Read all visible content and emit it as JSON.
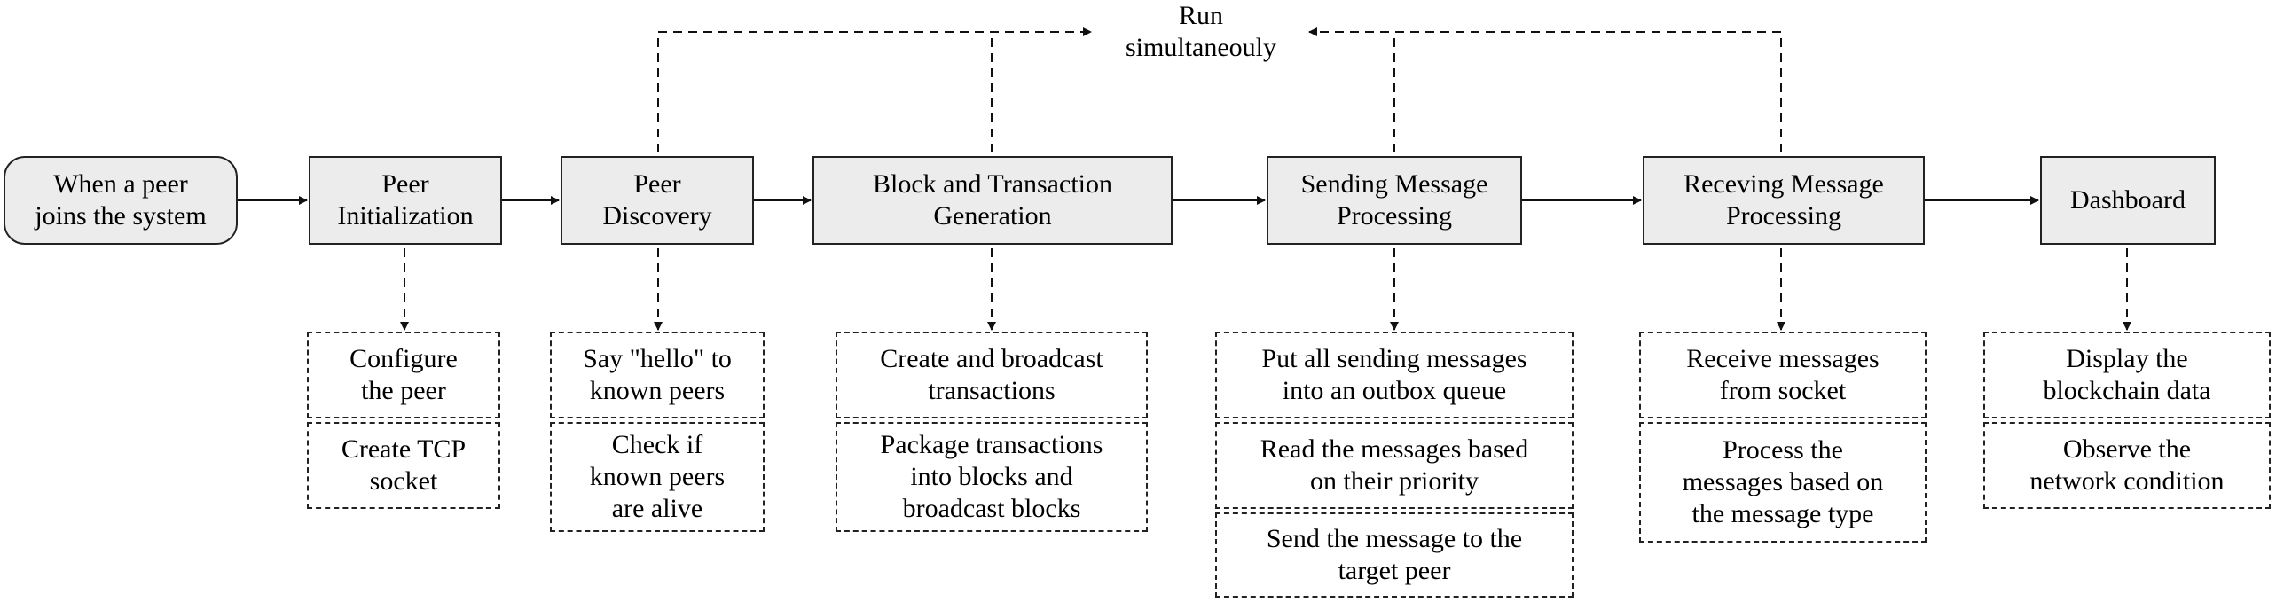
{
  "stages": [
    {
      "id": "start",
      "text": "When a peer\njoins the system"
    },
    {
      "id": "init",
      "text": "Peer\nInitialization"
    },
    {
      "id": "discovery",
      "text": "Peer\nDiscovery"
    },
    {
      "id": "generation",
      "text": "Block and Transaction\nGeneration"
    },
    {
      "id": "sending",
      "text": "Sending Message\nProcessing"
    },
    {
      "id": "receiving",
      "text": "Receving Message\nProcessing"
    },
    {
      "id": "dashboard",
      "text": "Dashboard"
    }
  ],
  "details": {
    "init": [
      "Configure\nthe peer",
      "Create TCP\nsocket"
    ],
    "discovery": [
      "Say \"hello\" to\nknown peers",
      "Check if\nknown peers\nare alive"
    ],
    "generation": [
      "Create and broadcast\ntransactions",
      "Package transactions\ninto blocks and\nbroadcast blocks"
    ],
    "sending": [
      "Put all sending messages\ninto an outbox queue",
      "Read the messages based\non their priority",
      "Send the message to the\ntarget peer"
    ],
    "receiving": [
      "Receive messages\nfrom socket",
      "Process the\nmessages based on\nthe message type"
    ],
    "dashboard": [
      "Display the\nblockchain data",
      "Observe the\nnetwork condition"
    ]
  },
  "concurrency_label": "Run\nsimultaneouly"
}
